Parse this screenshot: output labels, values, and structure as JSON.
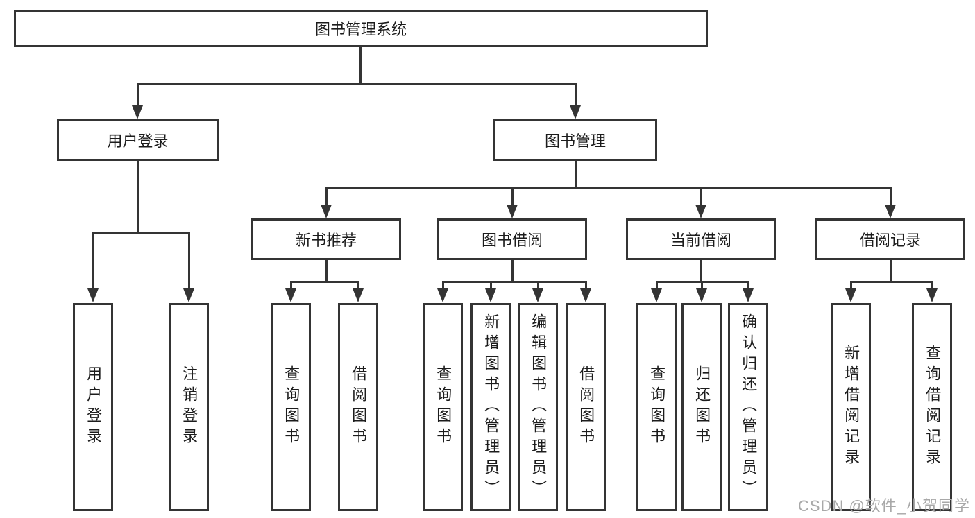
{
  "diagram": {
    "root": "图书管理系统",
    "level2": [
      {
        "label": "用户登录"
      },
      {
        "label": "图书管理"
      }
    ],
    "login_children": [
      "用户登录",
      "注销登录"
    ],
    "groups": [
      {
        "label": "新书推荐",
        "children": [
          "查询图书",
          "借阅图书"
        ]
      },
      {
        "label": "图书借阅",
        "children": [
          "查询图书",
          "新增图书（管理员）",
          "编辑图书（管理员）",
          "借阅图书"
        ]
      },
      {
        "label": "当前借阅",
        "children": [
          "查询图书",
          "归还图书",
          "确认归还（管理员）"
        ]
      },
      {
        "label": "借阅记录",
        "children": [
          "新增借阅记录",
          "查询借阅记录"
        ]
      }
    ]
  },
  "watermark": "CSDN @软件_小贺同学",
  "colors": {
    "line": "#343434",
    "text": "#1c1c1c",
    "background": "#ffffff",
    "watermark": "#a8a8a8"
  }
}
